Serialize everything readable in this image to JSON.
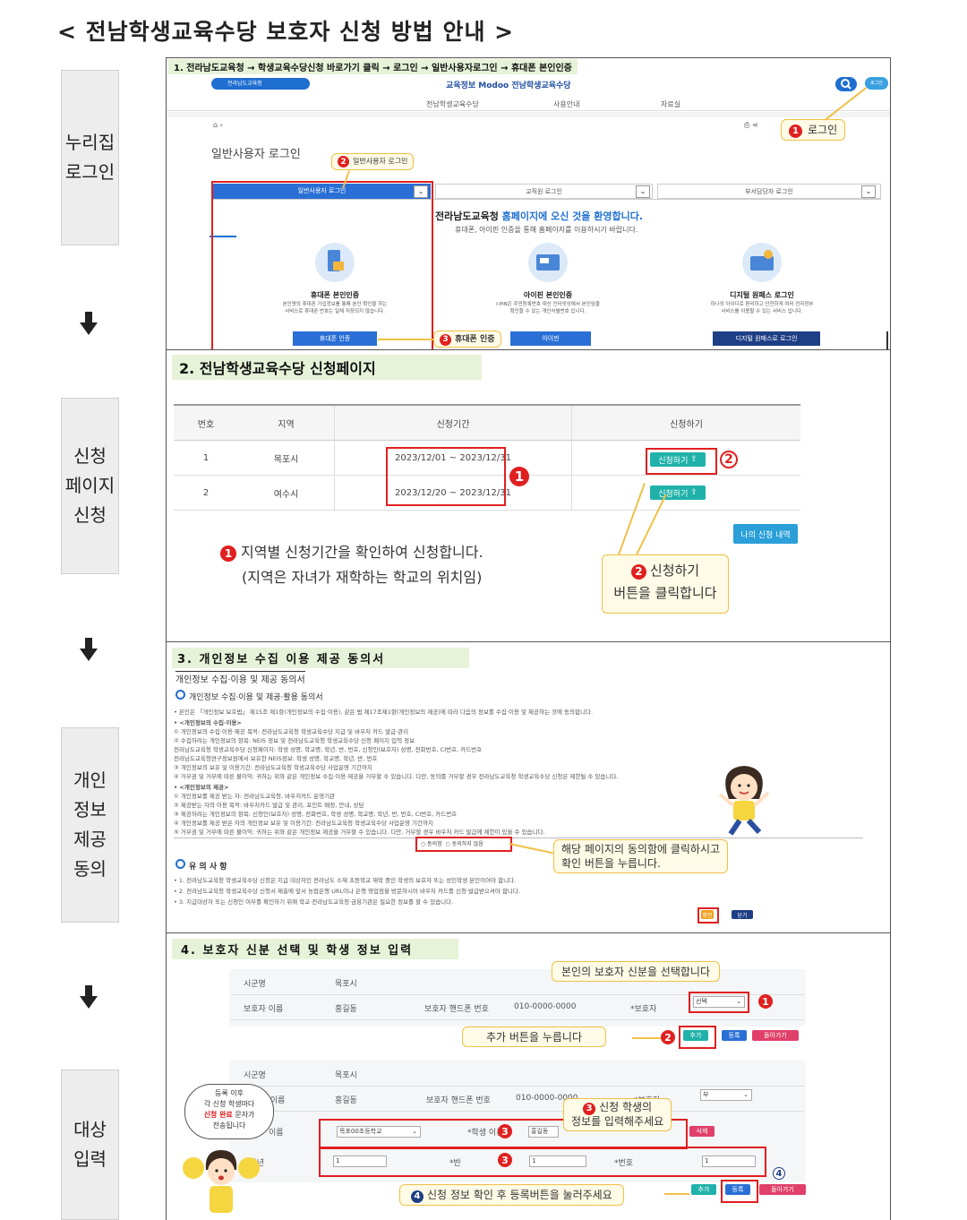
{
  "title": "< 전남학생교육수당 보호자 신청 방법 안내 >",
  "steps": [
    {
      "lines": [
        "누리집",
        "로그인"
      ]
    },
    {
      "lines": [
        "신청",
        "페이지",
        "신청"
      ]
    },
    {
      "lines": [
        "개인",
        "정보",
        "제공",
        "동의"
      ]
    },
    {
      "lines": [
        "대상",
        "입력"
      ]
    }
  ],
  "panel1": {
    "section_title": "1. 전라남도교육청 → 학생교육수당신청 바로가기 클릭 → 로그인 → 일반사용자로그인 → 휴대폰 본인인증",
    "logo_left": "전라남도교육청",
    "logo_center": "교육정보 Modoo 전남학생교육수당",
    "nav": [
      "전남학생교육수당",
      "사용안내",
      "자료실"
    ],
    "login_heading": "일반사용자 로그인",
    "tabs": [
      "일반사용자 로그인",
      "교직원 로그인",
      "부서담당자 로그인"
    ],
    "welcome_part1": "전라남도교육청 ",
    "welcome_part2": "홈페이지에 오신 것을 환영합니다.",
    "welcome_sub": "휴대폰, 아이핀 인증을 통해 홈페이지를 이용하시기 바랍니다.",
    "options": [
      {
        "title": "휴대폰 본인인증",
        "desc1": "본인명의 휴대폰 가입정보를 통해 본인 확인을 하는",
        "desc2": "서비스로 휴대폰 번호는 일체 저장되지 않습니다.",
        "button": "휴대폰 인증"
      },
      {
        "title": "아이핀 본인인증",
        "desc1": "I-PIN은 주민등록번호 대신 인터넷상에서 본인임을",
        "desc2": "확인할 수 있는 개인식별번호 입니다.",
        "button": "아이핀"
      },
      {
        "title": "디지털 원패스 로그인",
        "desc1": "하나의 아이디로 편리하고 안전하게 여러 전자정부",
        "desc2": "서비스를 이용할 수 있는 서비스 입니다.",
        "button": "디지털 원패스로 로그인"
      }
    ],
    "callouts": {
      "login": "로그인",
      "general_login": "일반사용자 로그인",
      "phone_auth": "휴대폰 인증"
    },
    "corner_label": "로그인"
  },
  "panel2": {
    "section_title": "2. 전남학생교육수당 신청페이지",
    "headers": [
      "번호",
      "지역",
      "신청기간",
      "신청하기"
    ],
    "rows": [
      {
        "no": "1",
        "region": "목포시",
        "period": "2023/12/01 ~ 2023/12/31",
        "button": "신청하기"
      },
      {
        "no": "2",
        "region": "여수시",
        "period": "2023/12/20 ~ 2023/12/31",
        "button": "신청하기"
      }
    ],
    "my_history": "나의 신청 내역",
    "note1_line1": "지역별 신청기간을 확인하여 신청합니다.",
    "note1_line2": "(지역은 자녀가 재학하는 학교의 위치임)",
    "note2_line1": "신청하기",
    "note2_line2": "버튼을 클릭합니다"
  },
  "panel3": {
    "section_title": "3. 개인정보 수집 이용 제공 동의서",
    "subtitle": "개인정보 수집·이용 및 제공 동의서",
    "heading": "개인정보 수집·이용 및 제공·활용 동의서",
    "body_lines": [
      "• 본인은 「개인정보 보호법」 제15조 제1항(개인정보의 수집·이용), 같은 법 제17조제1항(개인정보의 제공)에 따라 다음의 정보를 수집·이용 및 제공하는 것에 동의합니다.",
      "• <개인정보의 수집·이용>",
      "  ① 개인정보의 수집·이용·제공 목적: 전라남도교육청 학생교육수당 지급 및 바우처 카드 발급·관리",
      "  ② 수집하려는 개인정보의 항목: NEIS 정보 및 전라남도교육청 학생교육수당 신청 페이지 입력 정보",
      "     전라남도교육청 학생교육수당 신청페이지: 학생 성명, 학교명, 학년, 반, 번호, 신청인(보호자) 성명, 전화번호, CI번호, 카드번호",
      "     전라남도교육청연구정보원에서 보유한 NEIS정보: 학생 성명, 학교명, 학년, 반, 번호",
      "  ③ 개인정보의 보유 및 이용기간: 전라남도교육청 학생교육수당 사업운영 기간까지",
      "  ④ 거부권 및 거부에 따른 불이익: 귀하는 위와 같은 개인정보 수집·이용·제공을 거부할 수 있습니다. 다만, 동의를 거부할 경우 전라남도교육청 학생교육수당 신청은 제한될 수 있습니다.",
      "• <개인정보의 제공>",
      "  ① 개인정보를 제공 받는 자: 전라남도교육청, 바우처카드 운영기관",
      "  ② 제공받는 자의 이용 목적: 바우처카드 발급 및 관리, 포인트 배정, 안내, 상담",
      "  ③ 제공하려는 개인정보의 항목: 신청인(보호자) 성명, 전화번호, 학생 성명, 학교명, 학년, 반, 번호, CI번호, 카드번호",
      "  ④ 개인정보를 제공 받은 자의 개인정보 보유 및 이용기간: 전라남도교육청 학생교육수당 사업운영 기간까지",
      "  ⑤ 거부권 및 거부에 따른 불이익: 귀하는 위와 같은 개인정보 제공을 거부할 수 있습니다. 다만, 거부할 경우 바우처 카드 발급에 제한이 있을 수 있습니다."
    ],
    "consent_agree": "동의함",
    "consent_disagree": "동의하지 않음",
    "notice_title": "유 의 사 항",
    "notice_lines": [
      "• 1. 전라남도교육청 학생교육수당 신청은 지급 대상자인 전라남도 소재 초등학교 재학 중인 학생의 보호자 또는 성인학생 본인이어야 합니다.",
      "• 2. 전라남도교육청 학생교육수당 신청서 제출에 앞서 농협은행 URL이나 은행 영업점을 방문하시어 바우처 카드를 신청·발급받으셔야 합니다.",
      "• 3. 지급대상자 또는 신청인 여부를 확인하기 위해 학교·전라남도교육청·금융기관은 필요한 정보를 할 수 있습니다."
    ],
    "confirm_button": "확인",
    "close_button": "닫기",
    "callout_line1": "해당 페이지의 동의함에 클릭하시고",
    "callout_line2": "확인 버튼을 누릅니다."
  },
  "panel4": {
    "section_title": "4. 보호자 신분 선택 및 학생 정보 입력",
    "region_label": "시군명",
    "region_value": "목포시",
    "guardian_label": "보호자 이름",
    "guardian_value": "홍길동",
    "phone_label": "보호자 핸드폰 번호",
    "phone_value": "010-0000-0000",
    "relation_label": "*보호자",
    "relation_select": "선택",
    "relation_select2": "부",
    "buttons": {
      "add": "추가",
      "register": "등록",
      "back": "돌아가기",
      "delete": "삭제"
    },
    "student_name_row_label": "이름",
    "school_value": "목포00초등학교",
    "student_name_label": "*학생 이름",
    "student_name_value": "홍길동",
    "grade_label": "*학년",
    "grade_value": "1",
    "class_label": "*반",
    "class_value": "1",
    "number_label": "*번호",
    "number_value": "1",
    "callout_select": "본인의 보호자 신분을 선택합니다",
    "callout_add": "추가 버튼을 누릅니다",
    "callout_student_line1": "신청 학생의",
    "callout_student_line2": "정보를 입력해주세요",
    "callout_register": "신청 정보 확인 후 등록버튼을 눌러주세요",
    "speech_line1": "등록 이후",
    "speech_line2": "각 신청 학생마다",
    "speech_line3a": "신청 완료",
    "speech_line3b": " 문자가",
    "speech_line4": "전송됩니다"
  },
  "colors": {
    "red": "#e02020",
    "green_btn": "#20b2aa",
    "blue": "#1e6fd0",
    "callout_border": "#f0c048",
    "section_bg": "#e6f3d8"
  }
}
